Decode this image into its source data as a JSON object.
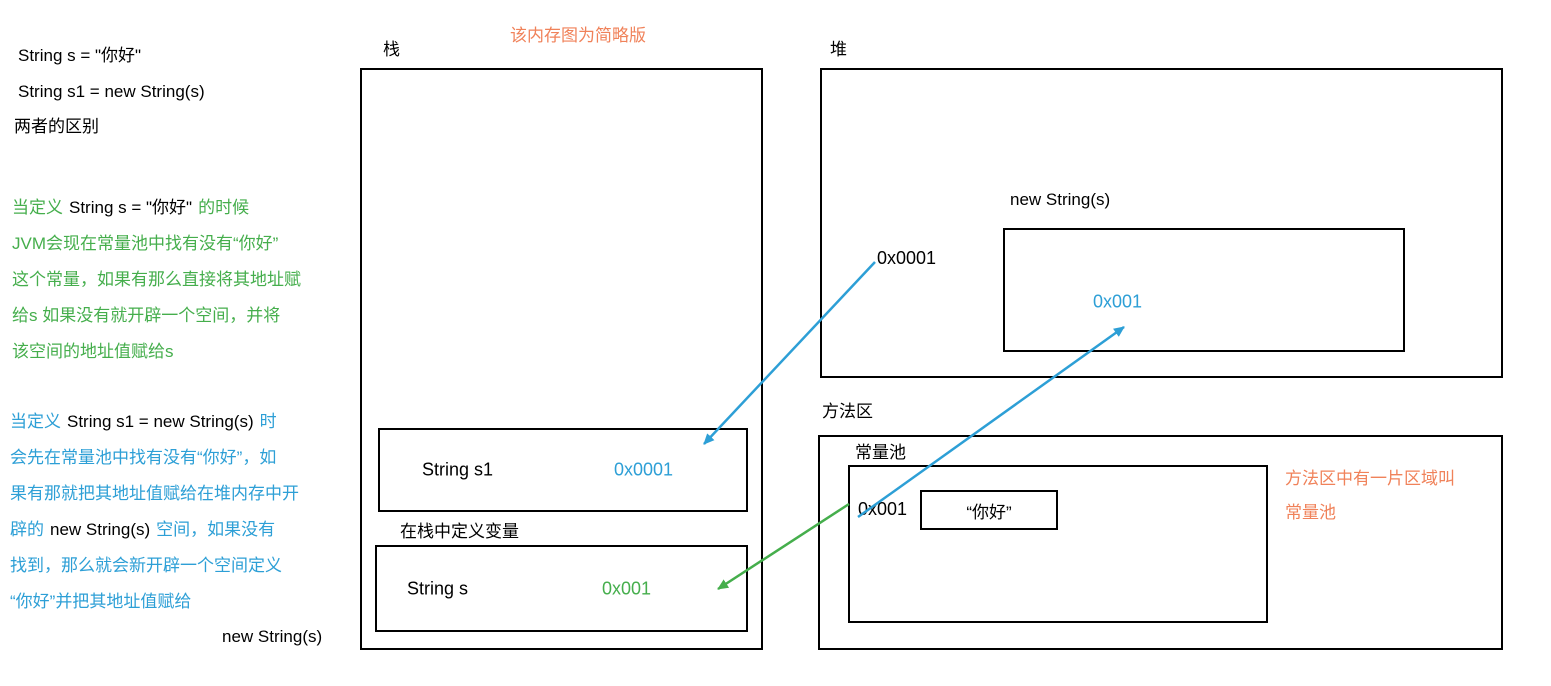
{
  "header": {
    "code_line1": "String s = \"你好\"",
    "code_line2": "String s1 = new String(s)",
    "code_line3": "两者的区别",
    "top_note": "该内存图为简略版"
  },
  "green_note": {
    "l1_a": "当定义",
    "l1_b": "String s = \"你好\"",
    "l1_c": "的时候",
    "l2": "JVM会现在常量池中找有没有“你好”",
    "l3": "这个常量，如果有那么直接将其地址赋",
    "l4": "给s  如果没有就开辟一个空间，并将",
    "l5": "该空间的地址值赋给s"
  },
  "blue_note": {
    "l1_a": "当定义",
    "l1_b": "String s1 = new String(s)",
    "l1_c": "时",
    "l2": "会先在常量池中找有没有“你好”，如",
    "l3": "果有那就把其地址值赋给在堆内存中开",
    "l4_a": "辟的",
    "l4_b": "new String(s)",
    "l4_c": "空间，如果没有",
    "l5": "找到，那么就会新开辟一个空间定义",
    "l6": "“你好”并把其地址值赋给",
    "l7": "new String(s)"
  },
  "stack": {
    "title": "栈",
    "s1_row": {
      "label": "String s1",
      "value": "0x0001"
    },
    "note": "在栈中定义变量",
    "s_row": {
      "label": "String s",
      "value": "0x001"
    }
  },
  "heap": {
    "title": "堆",
    "addr": "0x0001",
    "obj_label": "new String(s)",
    "obj_value": "0x001"
  },
  "method_area": {
    "title": "方法区",
    "pool_title": "常量池",
    "addr": "0x001",
    "literal": "“你好”",
    "note_l1": "方法区中有一片区域叫",
    "note_l2": "常量池"
  },
  "colors": {
    "green": "#45ae4c",
    "blue": "#2d9fd6",
    "orange": "#f0825a",
    "black": "#000000"
  }
}
